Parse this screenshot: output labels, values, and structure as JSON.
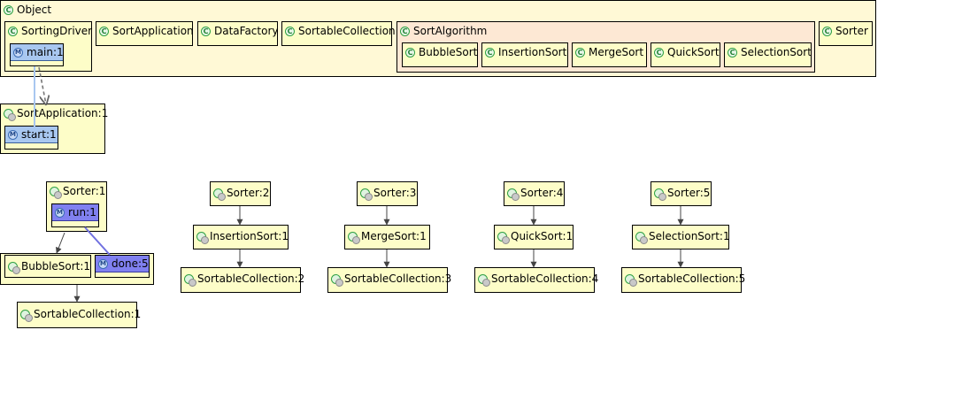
{
  "object": {
    "label": "Object"
  },
  "sorting_driver": {
    "label": "SortingDriver",
    "method": "main:1"
  },
  "sort_application": {
    "label": "SortApplication"
  },
  "data_factory": {
    "label": "DataFactory"
  },
  "sortable_collection": {
    "label": "SortableCollection"
  },
  "sort_algorithm": {
    "label": "SortAlgorithm",
    "children": [
      "BubbleSort",
      "InsertionSort",
      "MergeSort",
      "QuickSort",
      "SelectionSort"
    ]
  },
  "sorter": {
    "label": "Sorter"
  },
  "sort_app_instance": {
    "label": "SortApplication:1",
    "method": "start:1"
  },
  "sorter1": {
    "label": "Sorter:1",
    "method": "run:1",
    "bubble": "BubbleSort:1",
    "done": "done:5",
    "collection": "SortableCollection:1"
  },
  "chains": [
    {
      "sorter": "Sorter:2",
      "algo": "InsertionSort:1",
      "collection": "SortableCollection:2"
    },
    {
      "sorter": "Sorter:3",
      "algo": "MergeSort:1",
      "collection": "SortableCollection:3"
    },
    {
      "sorter": "Sorter:4",
      "algo": "QuickSort:1",
      "collection": "SortableCollection:4"
    },
    {
      "sorter": "Sorter:5",
      "algo": "SelectionSort:1",
      "collection": "SortableCollection:5"
    }
  ],
  "colors": {
    "class_fill": "#fdfdc8",
    "object_fill": "#fff9d6",
    "algorithm_fill": "#fde8d4",
    "method_light": "#a8c7f0",
    "method_active": "#8080f0",
    "call_link": "#a8c7f0",
    "return_link": "#7070e0",
    "arrow": "#444444"
  }
}
